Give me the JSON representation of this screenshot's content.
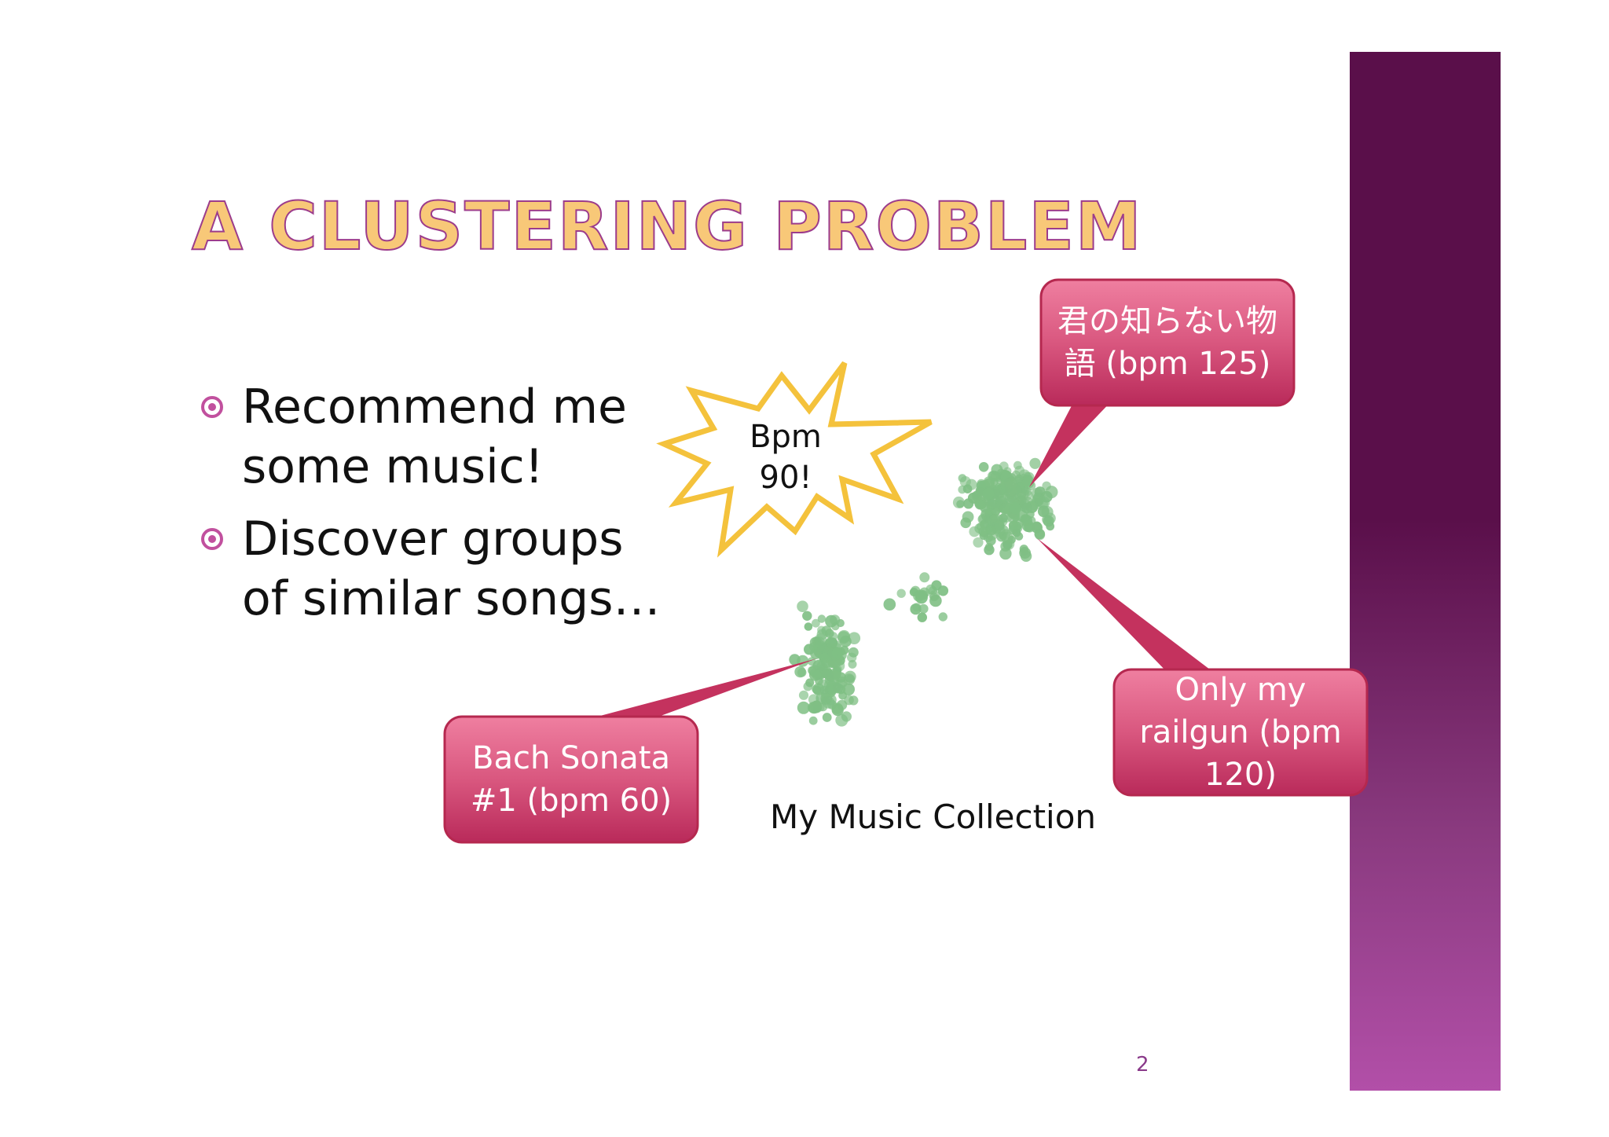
{
  "slide": {
    "title": "A CLUSTERING PROBLEM",
    "bullets": [
      "Recommend me some music!",
      "Discover groups of similar songs…"
    ],
    "caption": "My Music Collection",
    "page_number": "2",
    "star_label": "Bpm 90!",
    "callouts": {
      "top": "君の知らない物語 (bpm 125)",
      "right": "Only my railgun (bpm 120)",
      "left": "Bach Sonata #1 (bpm 60)"
    }
  },
  "colors": {
    "accent": "#c1509e",
    "title_fill": "#f8c878",
    "callout": "#c4325e",
    "star_outline": "#f4c23c",
    "dots": "#7fbf84",
    "band_top": "#5a0f4a",
    "band_bottom": "#b24fa8"
  }
}
